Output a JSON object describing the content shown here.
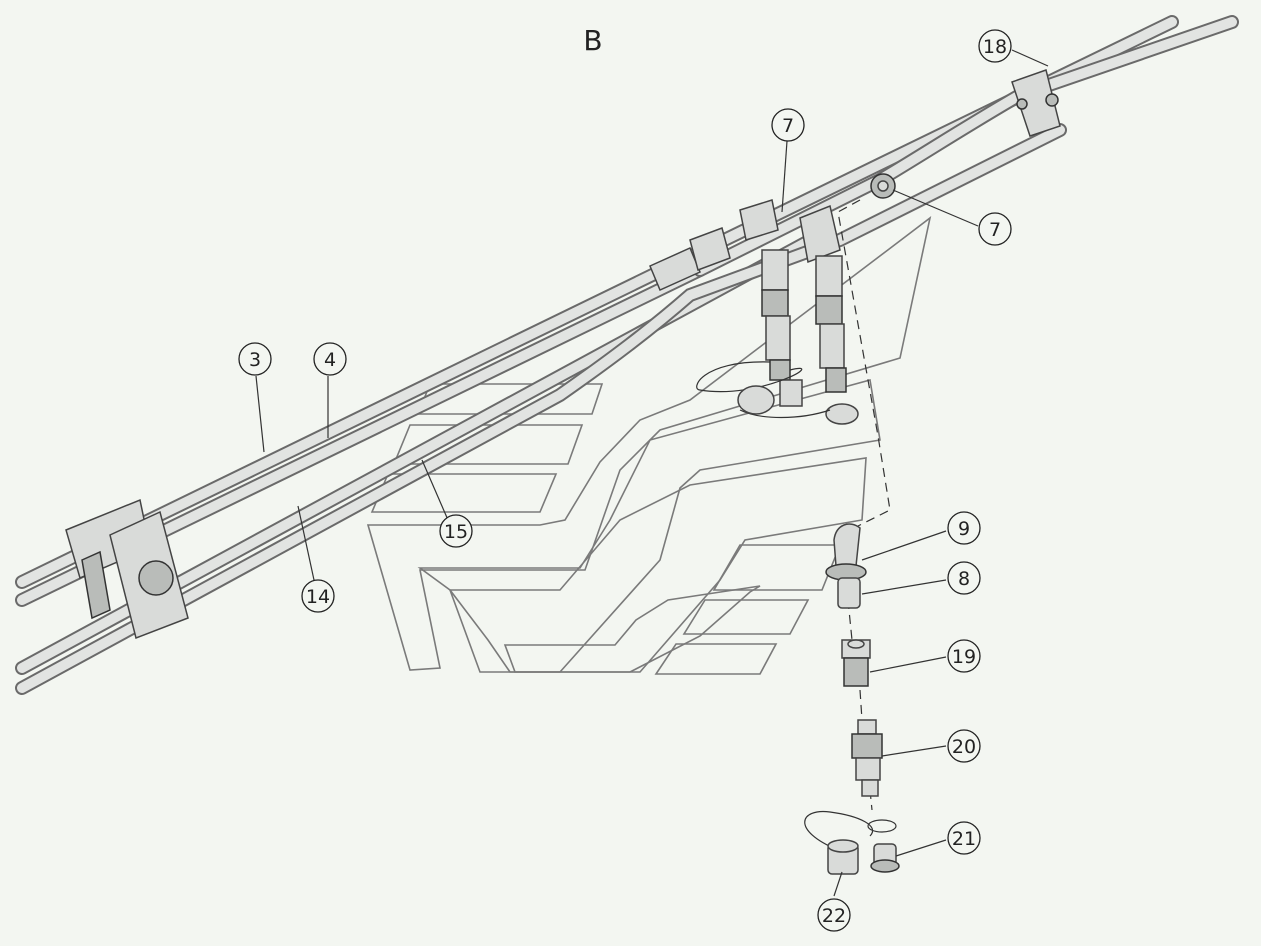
{
  "view_label": "B",
  "callouts": [
    "18",
    "7",
    "7",
    "3",
    "4",
    "15",
    "14",
    "9",
    "8",
    "19",
    "20",
    "21",
    "22"
  ]
}
